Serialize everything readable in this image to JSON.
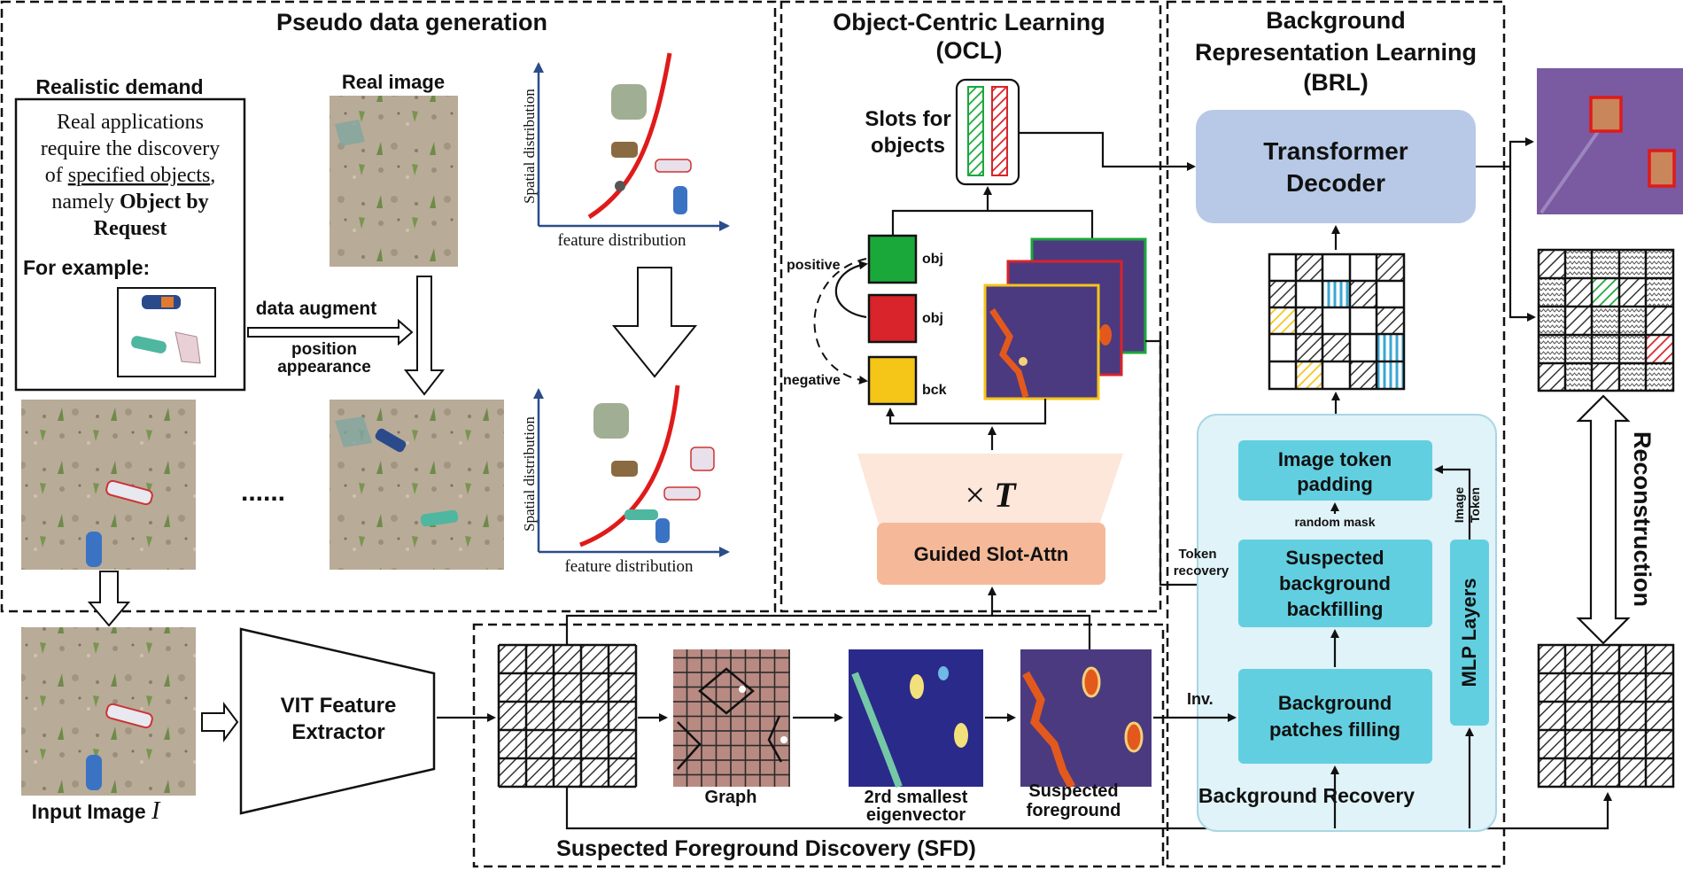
{
  "pseudo": {
    "title": "Pseudo data generation",
    "realistic_title": "Realistic demand",
    "realistic_lines": [
      "Real applications",
      "require the discovery",
      "of",
      "specified objects",
      ",",
      "namely",
      "Object by",
      "Request"
    ],
    "for_example": "For example:",
    "real_image": "Real image",
    "data_augment": "data augment",
    "position_appearance_1": "position",
    "position_appearance_2": "appearance",
    "ellipsis": "......",
    "spatial_label": "Spatial distribution",
    "feature_label": "feature distribution"
  },
  "ocl": {
    "title_1": "Object-Centric Learning",
    "title_2": "(OCL)",
    "slots_1": "Slots for",
    "slots_2": "objects",
    "positive": "positive",
    "negative": "negative",
    "obj1": "obj",
    "obj2": "obj",
    "bck": "bck",
    "times_t": "×",
    "t_symbol": "T",
    "guided": "Guided Slot-Attn"
  },
  "brl": {
    "title_1": "Background",
    "title_2": "Representation Learning",
    "title_3": "(BRL)",
    "decoder_1": "Transformer",
    "decoder_2": "Decoder",
    "padding_1": "Image token",
    "padding_2": "padding",
    "random_mask": "random mask",
    "backfill_1": "Suspected",
    "backfill_2": "background",
    "backfill_3": "backfilling",
    "filling_1": "Background",
    "filling_2": "patches filling",
    "mlp": "MLP Layers",
    "image_token_1": "Image",
    "image_token_2": "Token",
    "token_recovery_1": "Token",
    "token_recovery_2": "recovery",
    "inv": "Inv.",
    "recovery": "Background Recovery",
    "reconstruction": "Reconstruction"
  },
  "sfd": {
    "title": "Suspected Foreground Discovery (SFD)",
    "graph": "Graph",
    "eigen_1": "2rd smallest",
    "eigen_2": "eigenvector",
    "suspected_1": "Suspected",
    "suspected_2": "foreground"
  },
  "input": {
    "label": "Input Image",
    "symbol": "I",
    "vit_1": "VIT Feature",
    "vit_2": "Extractor"
  },
  "colors": {
    "green": "#1aa83b",
    "red": "#d8242a",
    "yellow": "#f5c518",
    "purple": "#4b3a80",
    "cyan_box": "#62cfe0",
    "light_panel": "#dff3f8",
    "decoder": "#b7c9e6",
    "salmon": "#f5b999",
    "blue_stripe": "#3aa6d6"
  }
}
